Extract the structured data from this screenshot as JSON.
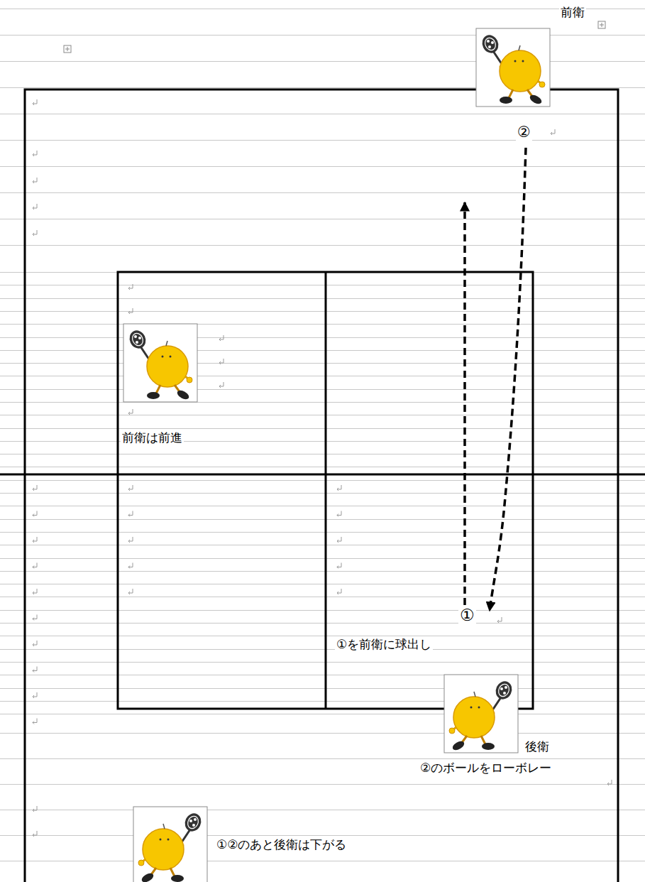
{
  "diagram": {
    "labels": [
      "前衛",
      "②",
      "前衛は前進",
      "①",
      "①を前衛に球出し",
      "後衛",
      "②のボールをローボレー",
      "①②のあと後衛は下がる"
    ]
  }
}
